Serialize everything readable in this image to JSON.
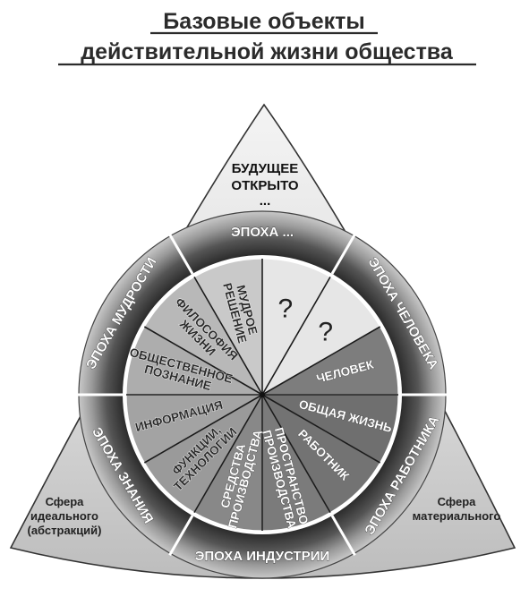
{
  "title": {
    "line1": "Базовые объекты",
    "line2": "действительной жизни общества"
  },
  "future": {
    "line1": "БУДУЩЕЕ",
    "line2": "ОТКРЫТО",
    "line3": "..."
  },
  "spheres": {
    "ideal": {
      "line1": "Сфера",
      "line2": "идеального",
      "line3": "(абстракций)"
    },
    "material": {
      "line1": "Сфера",
      "line2": "материального"
    }
  },
  "eras": [
    {
      "id": "era-next",
      "label": "ЭПОХА ..."
    },
    {
      "id": "era-human",
      "label": "ЭПОХА ЧЕЛОВЕКА"
    },
    {
      "id": "era-worker",
      "label": "ЭПОХА РАБОТНИКА"
    },
    {
      "id": "era-industry",
      "label": "ЭПОХА ИНДУСТРИИ"
    },
    {
      "id": "era-knowledge",
      "label": "ЭПОХА ЗНАНИЯ"
    },
    {
      "id": "era-wisdom",
      "label": "ЭПОХА МУДРОСТИ"
    }
  ],
  "sectors": [
    {
      "id": "unknown-1",
      "lines": [
        "?"
      ],
      "shade": "#e6e6e6"
    },
    {
      "id": "unknown-2",
      "lines": [
        "?"
      ],
      "shade": "#e6e6e6"
    },
    {
      "id": "chelovek",
      "lines": [
        "ЧЕЛОВЕК"
      ],
      "shade": "#7d7d7d"
    },
    {
      "id": "obshaya-zhizn",
      "lines": [
        "ОБЩАЯ ЖИЗНЬ"
      ],
      "shade": "#6f6f6f"
    },
    {
      "id": "rabotnik",
      "lines": [
        "РАБОТНИК"
      ],
      "shade": "#737373"
    },
    {
      "id": "prostranstvo",
      "lines": [
        "ПРОСТРАНСТВО",
        "ПРОИЗВОДСТВА"
      ],
      "shade": "#7b7b7b"
    },
    {
      "id": "sredstva",
      "lines": [
        "СРЕДСТВА",
        "ПРОИЗВОДСТВА"
      ],
      "shade": "#888888"
    },
    {
      "id": "funktsii",
      "lines": [
        "ФУНКЦИИ,",
        "ТЕХНОЛОГИИ"
      ],
      "shade": "#9a9a9a"
    },
    {
      "id": "informatsiya",
      "lines": [
        "ИНФОРМАЦИЯ"
      ],
      "shade": "#a3a3a3"
    },
    {
      "id": "obshestvennoe",
      "lines": [
        "ОБЩЕСТВЕННОЕ",
        "ПОЗНАНИЕ"
      ],
      "shade": "#adadad"
    },
    {
      "id": "filosofiya",
      "lines": [
        "ФИЛОСОФИЯ",
        "ЖИЗНИ"
      ],
      "shade": "#b8b8b8"
    },
    {
      "id": "mudroe",
      "lines": [
        "МУДРОЕ",
        "РЕШЕНИЕ"
      ],
      "shade": "#c9c9c9"
    }
  ]
}
